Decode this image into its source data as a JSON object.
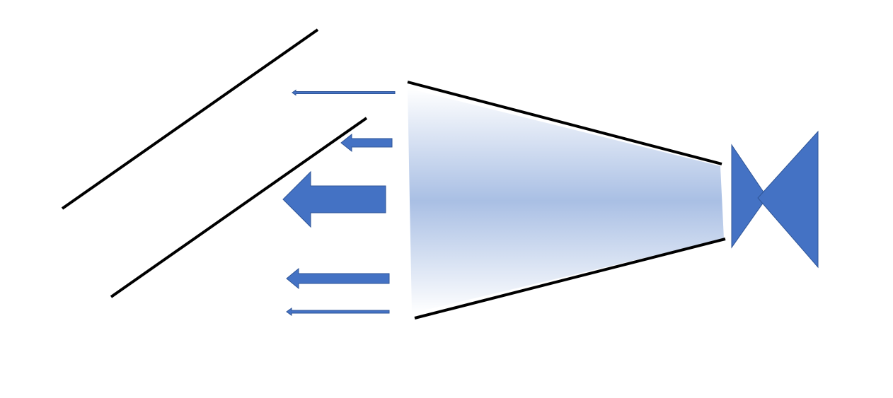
{
  "colors": {
    "background": "#ffffff",
    "line": "#000000",
    "arrow_fill": "#4472c4",
    "arrow_stroke": "#2f5597",
    "cone_center": "#a9bfe4",
    "cone_edge": "#ffffff",
    "emitter_fill": "#4472c4",
    "emitter_stroke": "#2f5597"
  },
  "arrows": [
    {
      "name": "arrow-top-thin",
      "relative_strength": 0.05
    },
    {
      "name": "arrow-upper-small",
      "relative_strength": 0.4
    },
    {
      "name": "arrow-center-large",
      "relative_strength": 1.0
    },
    {
      "name": "arrow-lower-medium",
      "relative_strength": 0.45
    },
    {
      "name": "arrow-bottom-thin",
      "relative_strength": 0.1
    }
  ]
}
